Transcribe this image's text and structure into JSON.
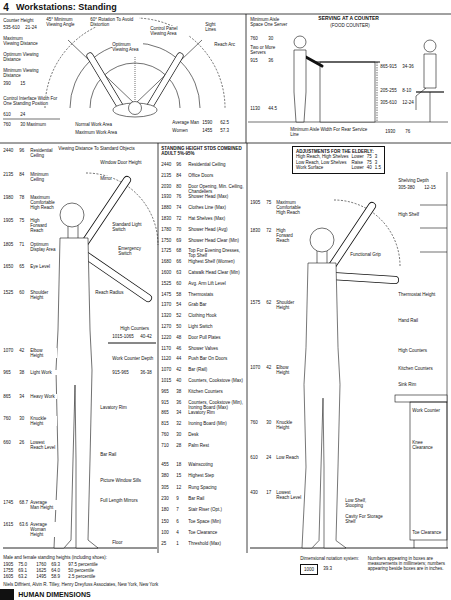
{
  "diagram": {
    "title": "Workstations: Standing",
    "nodes": [
      {
        "text": [
          "ADJUSTMENTS FOR THE ELDERLY:",
          "High Reach, High Shelves",
          "Lower",
          "75",
          "3",
          "Low Reach, Low Shelves",
          "Raise",
          "75",
          "3",
          "Work Surface",
          "Lower",
          "40",
          "1.5"
        ]
      },
      {
        "text": [
          "1000"
        ]
      }
    ],
    "labels": [
      "4",
      "Counter Height",
      "535-610",
      "21-24",
      "45° Minimum Viewing Angle",
      "60° Rotation To Avoid Distortion",
      "Control Panel Viewing Area",
      "Sight Lines",
      "Reach Arc",
      "Maximum Viewing Distance",
      "Optimum Viewing Area",
      "Optimum Viewing Distance",
      "Minimum Viewing Distance",
      "390",
      "15",
      "Control Interface Width For One Standing Position",
      "610",
      "24",
      "760",
      "30 Maximum",
      "Normal Work Area",
      "Maximum Work Area",
      "Average Man",
      "1590",
      "62.5",
      "Women",
      "1455",
      "57.3",
      "Minimum Aisle Space One Server",
      "760",
      "30",
      "Two or More Servers",
      "915",
      "36",
      "SERVING AT A COUNTER",
      "(FOOD COUNTER)",
      "865-915",
      "34-36",
      "205-255",
      "8-10",
      "305-610",
      "12-24",
      "1130",
      "44.5",
      "Minimum Aisle Width For Rear Service Line",
      "1930",
      "76",
      "Viewing Distance To Standard Objects",
      "Window Door Height",
      "Mirror",
      "Standard Light Switch",
      "Emergency Switch",
      "Reach Radius",
      "High Counters",
      "1015-1065",
      "40-42",
      "Work Counter Depth",
      "915-965",
      "36-38",
      "Lavatory Rim",
      "Bar Rail",
      "Picture Window Sills",
      "Full Length Mirrors",
      "Floor",
      "STANDING HEIGHT STDS COMBINED ADULT 5%-95%",
      "Shelving Depth",
      "305-380",
      "12-15",
      "High Shelf",
      "Functional Grip",
      "Thermostat Height",
      "Hand Rail",
      "High Counters",
      "Kitchen Counters",
      "Sink Rim",
      "Work Counter",
      "Knee Clearance",
      "Low Shelf, Stooping",
      "Cavity For Storage Shelf",
      "Toe Clearance",
      "Male and female standing heights (including shoes):",
      "1905",
      "75.0",
      "1760",
      "69.3",
      "97.5 percentile",
      "1755",
      "69.1",
      "1625",
      "64.0",
      "50 percentile",
      "1605",
      "63.2",
      "1495",
      "58.9",
      "2.5 percentile",
      "Niels Diffrient, Alvin R. Tilley, Henry Dreyfuss Associates, New York, New York",
      "HUMAN DIMENSIONS",
      "Dimensional notation system:",
      "39.3",
      "Numbers appearing in boxes are measurements in millimeters; numbers appearing beside boxes are in inches.",
      "2440",
      "96",
      "Residential Ceiling",
      "2135",
      "84",
      "Minimum Ceiling",
      "1980",
      "78",
      "Maximum Comfortable High Reach",
      "1905",
      "75",
      "High Forward Reach",
      "1805",
      "71",
      "Optimum Display Area",
      "1650",
      "65",
      "Eye Level",
      "1525",
      "60",
      "Shoulder Height",
      "1070",
      "42",
      "Elbow Height",
      "965",
      "38",
      "Light Work",
      "865",
      "34",
      "Heavy Work",
      "760",
      "30",
      "Knuckle Height",
      "660",
      "26",
      "Lowest Reach Level",
      "1745",
      "68.7",
      "Average Man Height",
      "1615",
      "63.6",
      "Average Woman Height",
      "2440",
      "96",
      "Residential Ceiling",
      "2135",
      "84",
      "Office Doors",
      "2030",
      "80",
      "Door Opening, Min. Ceiling, Chandeliers",
      "1930",
      "76",
      "Shower Head (Max)",
      "1880",
      "74",
      "Clothes Line (Max)",
      "1830",
      "72",
      "Hat Shelves (Max)",
      "1780",
      "70",
      "Shower Head (Avg)",
      "1750",
      "69",
      "Shower Head Clear (Min)",
      "1725",
      "68",
      "Top For Evening Dresses, Top Shelf",
      "1680",
      "66",
      "Highest Shelf (Women)",
      "1600",
      "63",
      "Catwalk Head Clear (Min)",
      "1525",
      "60",
      "Avg. Arm Lift Level",
      "1475",
      "58",
      "Thermostats",
      "1370",
      "54",
      "Grab Bar",
      "1320",
      "52",
      "Clothing Hook",
      "1270",
      "50",
      "Light Switch",
      "1220",
      "48",
      "Door Pull Plates",
      "1170",
      "46",
      "Shower Valves",
      "1120",
      "44",
      "Push Bar On Doors",
      "1070",
      "42",
      "Bar (Rail)",
      "1015",
      "40",
      "Counters, Cookstove (Max)",
      "965",
      "38",
      "Kitchen Counters",
      "915",
      "36",
      "Counters, Cookstove (Min), Ironing Board (Max)",
      "865",
      "34",
      "Lavatory Rim",
      "815",
      "32",
      "Ironing Board (Min)",
      "760",
      "30",
      "Desk",
      "710",
      "28",
      "Palm Rest",
      "455",
      "18",
      "Wainscoting",
      "380",
      "15",
      "Highest Step",
      "305",
      "12",
      "Rung Spacing",
      "230",
      "9",
      "Bar Rail",
      "180",
      "7",
      "Stair Riser (Opt.)",
      "150",
      "6",
      "Toe Space (Min)",
      "100",
      "4",
      "Toe Clearance",
      "25",
      "1",
      "Threshold (Max)",
      "1905",
      "75",
      "Maximum Comfortable High Reach",
      "1830",
      "72",
      "High Forward Reach",
      "1575",
      "62",
      "Shoulder Height",
      "1070",
      "42",
      "Elbow Height",
      "760",
      "30",
      "Knuckle Height",
      "610",
      "24",
      "Low Reach",
      "430",
      "17",
      "Lowest Reach Level"
    ]
  }
}
